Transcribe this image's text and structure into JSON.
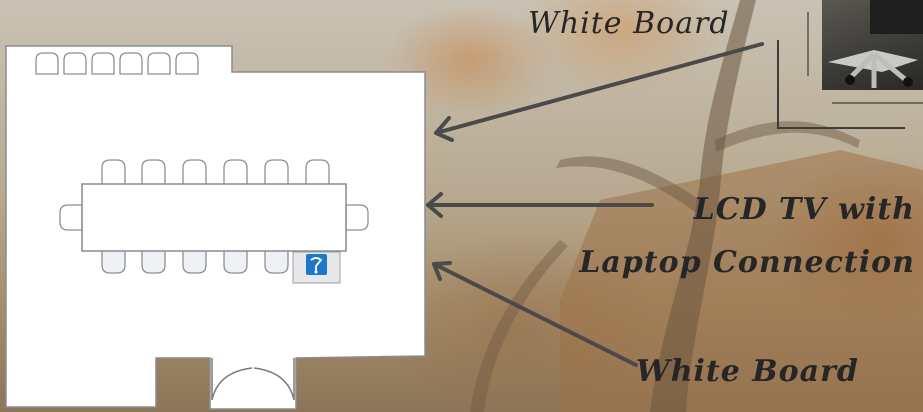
{
  "labels": {
    "white_board_top": "White Board",
    "lcd_tv_line1": "LCD TV with",
    "lcd_tv_line2": "Laptop Connection",
    "white_board_bottom": "White Board"
  },
  "icons": {
    "laptop_connection": "connection-port-icon"
  },
  "colors": {
    "label_text": "#262626",
    "arrow": "#4a4a4a",
    "room_fill": "#ffffff",
    "chair_fill": "#eef0f4",
    "port_blue": "#1e77c9"
  }
}
